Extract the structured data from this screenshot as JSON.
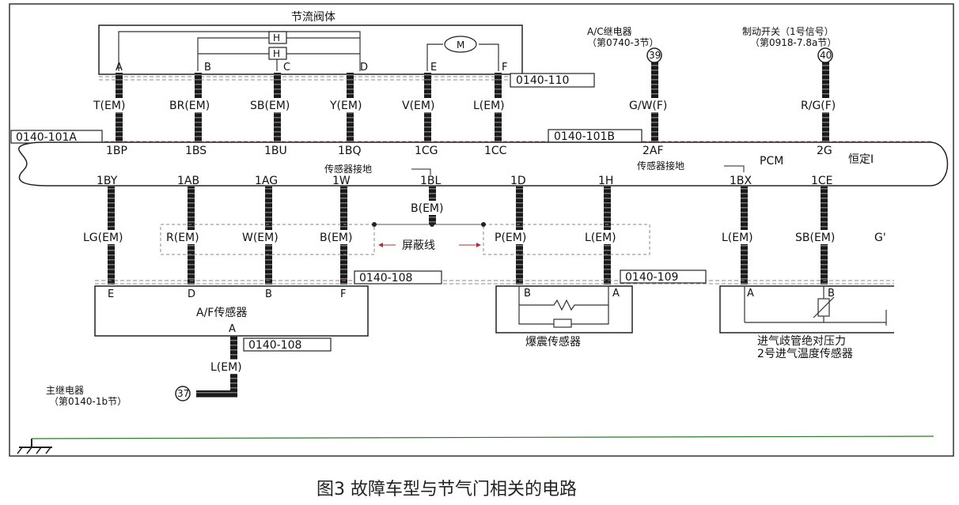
{
  "caption": "图3 故障车型与节气门相关的电路",
  "throttle_body": {
    "title": "节流阀体",
    "pins": [
      "A",
      "B",
      "C",
      "D",
      "E",
      "F"
    ],
    "heater_symbol": "H",
    "motor_symbol": "M"
  },
  "connectors": {
    "c110": "0140-110",
    "c101a": "0140-101A",
    "c101b": "0140-101B",
    "c108_top": "0140-108",
    "c108_bottom": "0140-108",
    "c109": "0140-109"
  },
  "top_wires": [
    "T(EM)",
    "BR(EM)",
    "SB(EM)",
    "Y(EM)",
    "V(EM)",
    "L(EM)",
    "G/W(F)",
    "R/G(F)"
  ],
  "top_pcm_pins": [
    "1BP",
    "1BS",
    "1BU",
    "1BQ",
    "1CG",
    "1CC",
    "2AF",
    "2G"
  ],
  "ac_relay": {
    "title": "A/C继电器",
    "ref": "（第0740-3节）",
    "circle": "39"
  },
  "brake_switch": {
    "title": "制动开关（1号信号）",
    "ref": "（第0918-7.8a节）",
    "circle": "40"
  },
  "pcm": {
    "label": "PCM",
    "hengding": "恒定I"
  },
  "sensor_ground_1": "传感器接地",
  "sensor_ground_2": "传感器接地",
  "bottom_pcm_pins": [
    "1BY",
    "1AB",
    "1AG",
    "1W",
    "1BL",
    "1D",
    "1H",
    "1BX",
    "1CE"
  ],
  "bottom_wires": [
    "LG(EM)",
    "R(EM)",
    "W(EM)",
    "B(EM)",
    "B(EM)",
    "P(EM)",
    "L(EM)",
    "L(EM)",
    "SB(EM)",
    "G'"
  ],
  "shield_label": "屏蔽线",
  "af_sensor": {
    "title": "A/F传感器",
    "pins": [
      "E",
      "D",
      "B",
      "F"
    ],
    "bottom_pin": "A"
  },
  "af_wire": "L(EM)",
  "main_relay": {
    "title": "主继电器",
    "ref": "（第0140-1b节）",
    "circle": "37"
  },
  "knock_sensor": {
    "title": "爆震传感器",
    "pins": [
      "B",
      "A"
    ]
  },
  "map_sensor": {
    "title1": "进气歧管绝对压力",
    "title2": "2号进气温度传感器",
    "pins": [
      "A",
      "B"
    ]
  }
}
